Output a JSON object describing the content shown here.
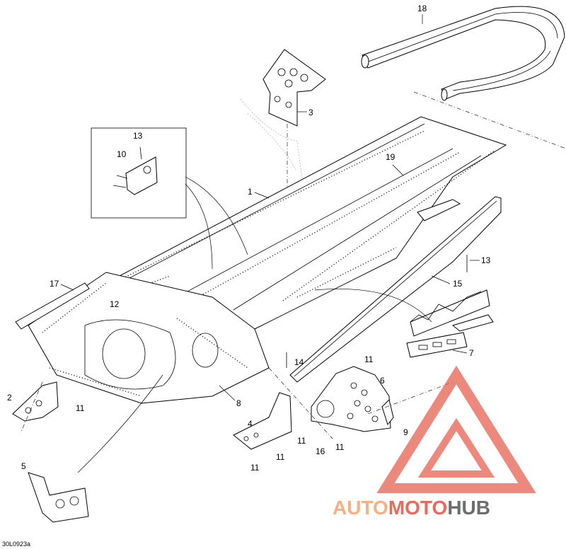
{
  "callouts": [
    "1",
    "2",
    "3",
    "4",
    "5",
    "6",
    "7",
    "8",
    "9",
    "10",
    "11",
    "11",
    "11",
    "11",
    "11",
    "11",
    "12",
    "13",
    "13",
    "14",
    "15",
    "16",
    "17",
    "18",
    "19"
  ],
  "drawing_code": "30L0923a",
  "watermark": {
    "part1": "AUTO",
    "part2": "MOTO",
    "part3": "HUB",
    "color_primary": "#f4b183",
    "color_secondary": "#e86a5c",
    "color_dark": "#6d6d6d"
  }
}
